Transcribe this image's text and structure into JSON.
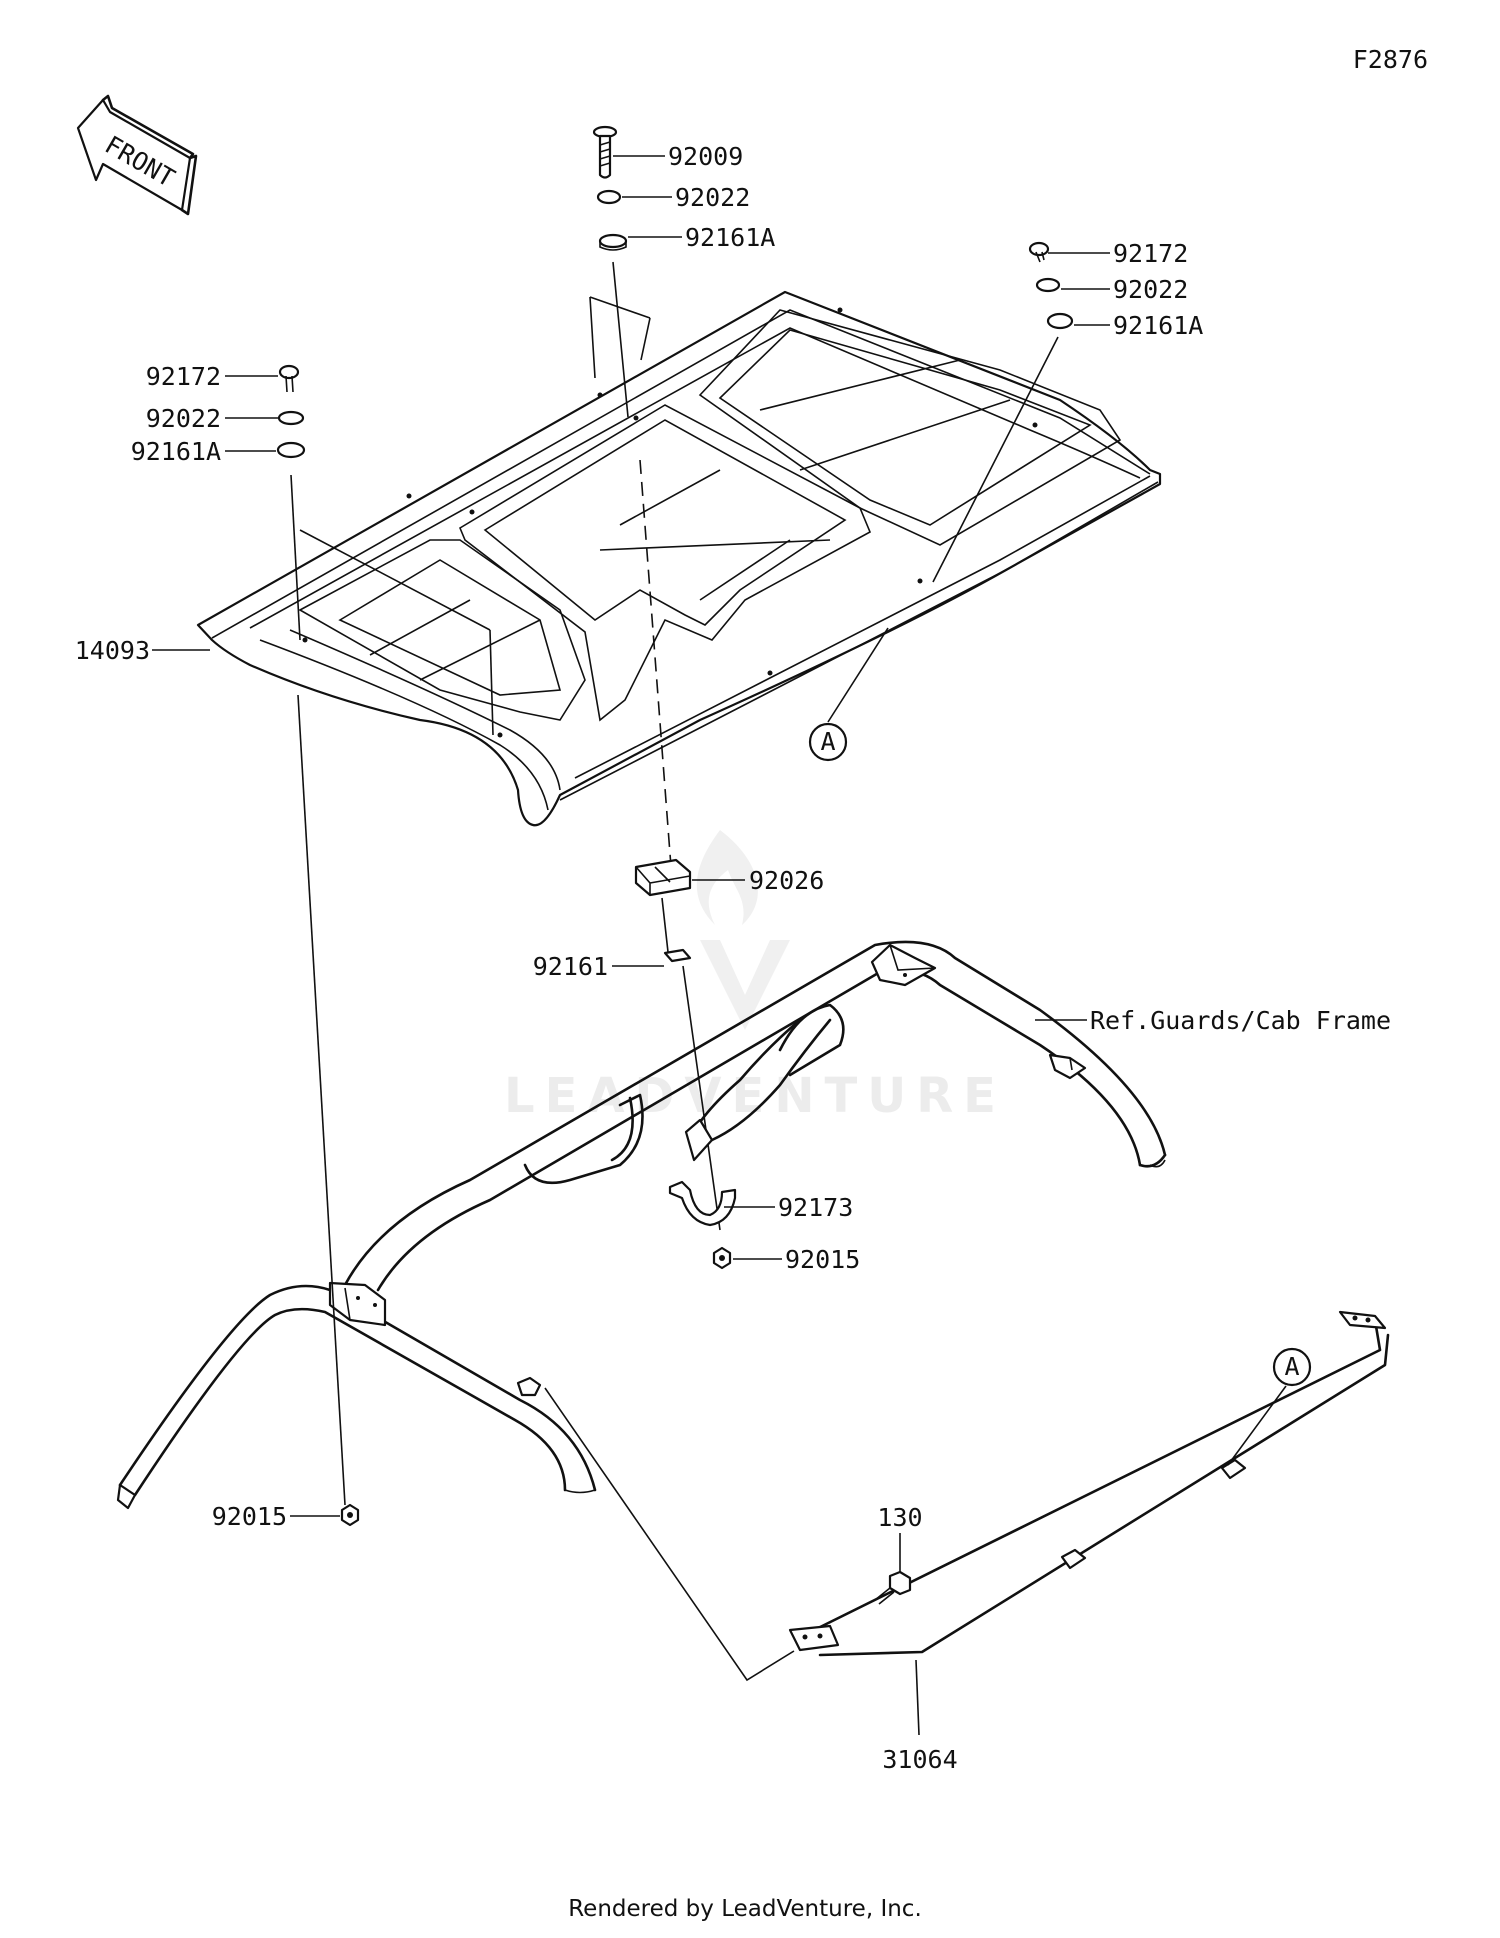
{
  "diagram_code": "F2876",
  "front_arrow_label": "FRONT",
  "watermark": "LEADVENTURE",
  "callouts": {
    "p92009": "92009",
    "p92022_top": "92022",
    "p92161A_top": "92161A",
    "p92172_right": "92172",
    "p92022_right": "92022",
    "p92161A_right": "92161A",
    "p92172_left": "92172",
    "p92022_left": "92022",
    "p92161A_left": "92161A",
    "p14093": "14093",
    "ref_a_roof": "A",
    "p92026": "92026",
    "p92161": "92161",
    "ref_cab_frame": "Ref.Guards/Cab Frame",
    "p92173": "92173",
    "p92015_center": "92015",
    "p92015_left": "92015",
    "ref_a_bracket": "A",
    "p130": "130",
    "p31064": "31064"
  },
  "footer": "Rendered by LeadVenture, Inc."
}
